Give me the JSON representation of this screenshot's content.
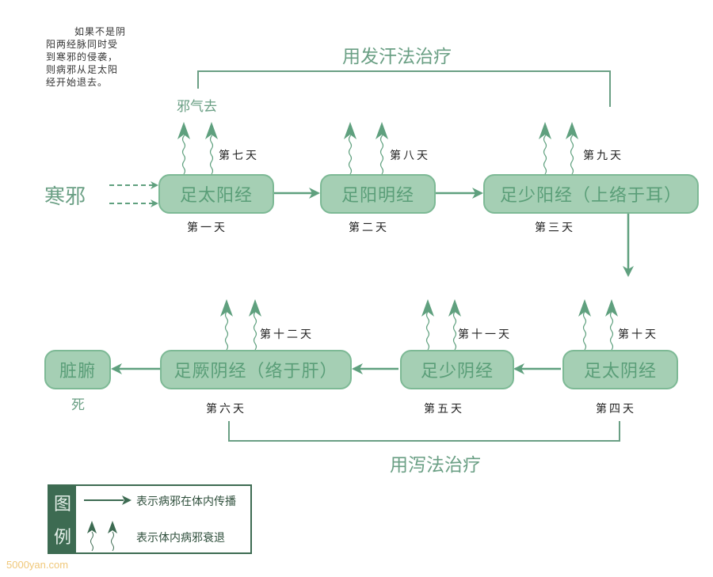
{
  "note": {
    "lines": [
      "如果不是阴",
      "阳两经脉同时受",
      "到寒邪的侵袭，",
      "则病邪从足太阳",
      "经开始退去。"
    ]
  },
  "treatments": {
    "top": "用发汗法治疗",
    "bottom": "用泻法治疗"
  },
  "labels": {
    "cold_evil": "寒邪",
    "evil_leaves": "邪气去",
    "death": "死"
  },
  "nodes": [
    {
      "id": "taiyang",
      "label": "足太阳经",
      "enter_day": "第一天",
      "recede_day": "第七天"
    },
    {
      "id": "yangming",
      "label": "足阳明经",
      "enter_day": "第二天",
      "recede_day": "第八天"
    },
    {
      "id": "shaoyang",
      "label": "足少阳经（上络于耳）",
      "enter_day": "第三天",
      "recede_day": "第九天"
    },
    {
      "id": "taiyin",
      "label": "足太阴经",
      "enter_day": "第四天",
      "recede_day": "第十天"
    },
    {
      "id": "shaoyin",
      "label": "足少阴经",
      "enter_day": "第五天",
      "recede_day": "第十一天"
    },
    {
      "id": "jueyin",
      "label": "足厥阴经（络于肝）",
      "enter_day": "第六天",
      "recede_day": "第十二天"
    },
    {
      "id": "zangfu",
      "label": "脏腑"
    }
  ],
  "legend": {
    "title_chars": [
      "图",
      "例"
    ],
    "items": [
      {
        "icon": "arrow-right-icon",
        "text": "表示病邪在体内传播"
      },
      {
        "icon": "wavy-up-arrows-icon",
        "text": "表示体内病邪衰退"
      }
    ]
  },
  "colors": {
    "node_fill": "#a5cfb4",
    "node_border": "#7db995",
    "arrow": "#5fa07e",
    "legend_dark": "#3d6b52"
  },
  "watermark": "5000yan.com"
}
